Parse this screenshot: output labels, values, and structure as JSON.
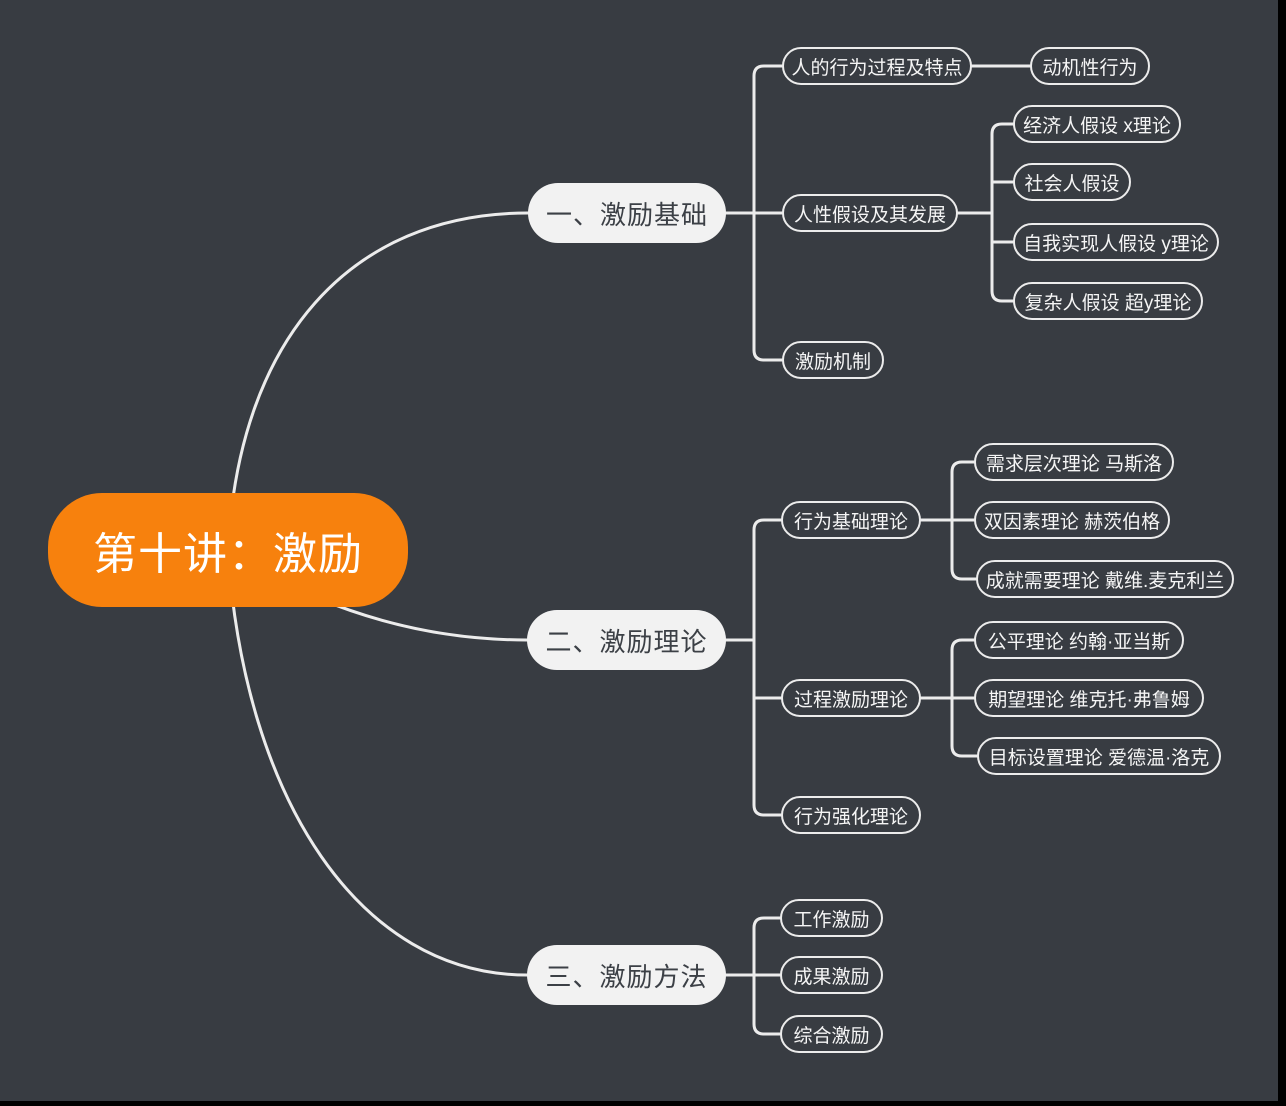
{
  "colors": {
    "background": "#383c42",
    "edge": "#ececec",
    "root_fill": "#f7810d",
    "level1_fill": "#f2f2f2",
    "level1_text": "#3c4046",
    "node_text": "#f5f5f5"
  },
  "root": {
    "label": "第十讲：激励"
  },
  "branches": [
    {
      "label": "一、激励基础",
      "children": [
        {
          "label": "人的行为过程及特点",
          "children": [
            {
              "label": "动机性行为"
            }
          ]
        },
        {
          "label": "人性假设及其发展",
          "children": [
            {
              "label": "经济人假设 x理论"
            },
            {
              "label": "社会人假设"
            },
            {
              "label": "自我实现人假设 y理论"
            },
            {
              "label": "复杂人假设 超y理论"
            }
          ]
        },
        {
          "label": "激励机制",
          "children": []
        }
      ]
    },
    {
      "label": "二、激励理论",
      "children": [
        {
          "label": "行为基础理论",
          "children": [
            {
              "label": "需求层次理论 马斯洛"
            },
            {
              "label": "双因素理论 赫茨伯格"
            },
            {
              "label": "成就需要理论 戴维.麦克利兰"
            }
          ]
        },
        {
          "label": "过程激励理论",
          "children": [
            {
              "label": "公平理论 约翰·亚当斯"
            },
            {
              "label": "期望理论 维克托·弗鲁姆"
            },
            {
              "label": "目标设置理论 爱德温·洛克"
            }
          ]
        },
        {
          "label": "行为强化理论",
          "children": []
        }
      ]
    },
    {
      "label": "三、激励方法",
      "children": [
        {
          "label": "工作激励",
          "children": []
        },
        {
          "label": "成果激励",
          "children": []
        },
        {
          "label": "综合激励",
          "children": []
        }
      ]
    }
  ]
}
